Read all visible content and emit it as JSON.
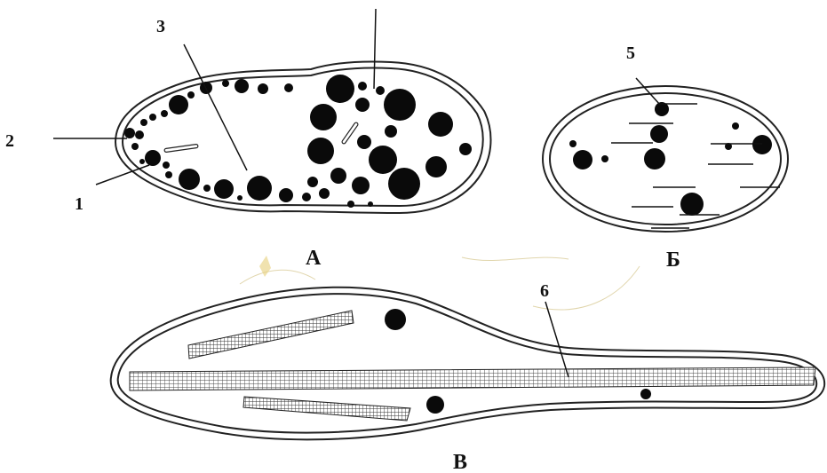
{
  "labels": {
    "n1": "1",
    "n2": "2",
    "n3": "3",
    "n5": "5",
    "n6": "6"
  },
  "panels": {
    "a": "А",
    "b": "Б",
    "c": "В"
  },
  "colors": {
    "ink": "#0a0a0a",
    "paper": "#ffffff",
    "stain": "#c9b46a"
  }
}
